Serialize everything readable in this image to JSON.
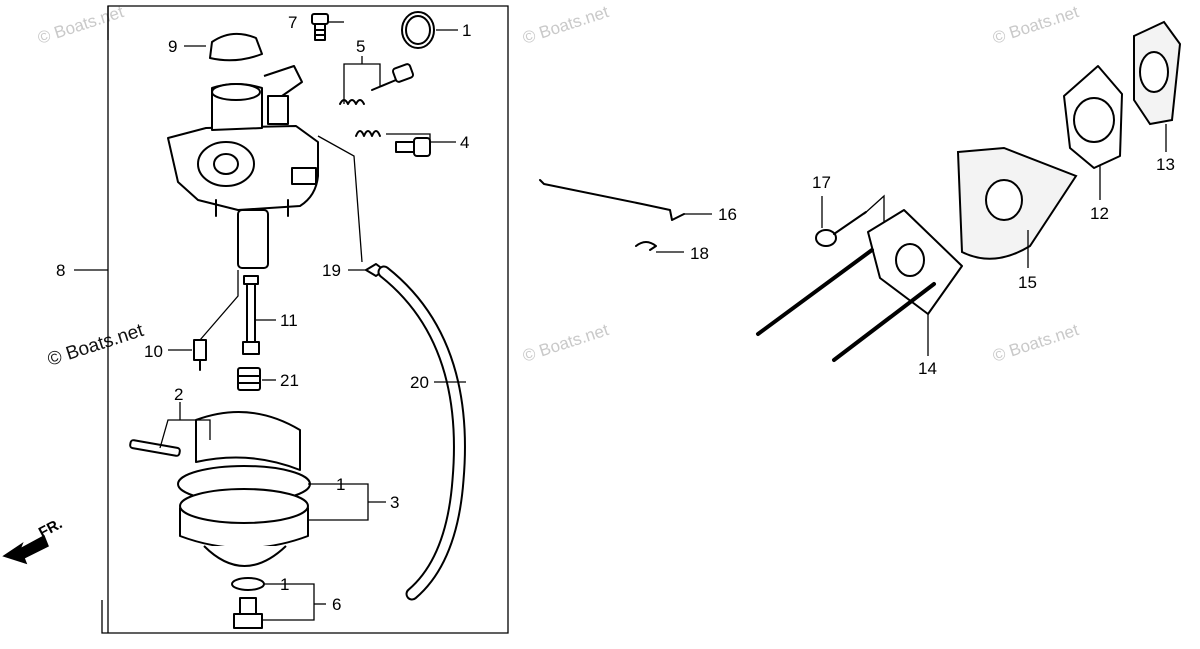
{
  "watermarks": [
    "© Boats.net",
    "© Boats.net",
    "© Boats.net",
    "© Boats.net",
    "© Boats.net",
    "© Boats.net"
  ],
  "watermark_primary": "© Boats.net",
  "front_marker": "FR.",
  "colors": {
    "line": "#000000",
    "background": "#ffffff",
    "watermark": "#c9c9c9"
  },
  "callouts": [
    {
      "id": "c1a",
      "label": "1"
    },
    {
      "id": "c1b",
      "label": "1"
    },
    {
      "id": "c1c",
      "label": "1"
    },
    {
      "id": "c2",
      "label": "2"
    },
    {
      "id": "c3",
      "label": "3"
    },
    {
      "id": "c4",
      "label": "4"
    },
    {
      "id": "c5",
      "label": "5"
    },
    {
      "id": "c6",
      "label": "6"
    },
    {
      "id": "c7",
      "label": "7"
    },
    {
      "id": "c8",
      "label": "8"
    },
    {
      "id": "c9",
      "label": "9"
    },
    {
      "id": "c10",
      "label": "10"
    },
    {
      "id": "c11",
      "label": "11"
    },
    {
      "id": "c12",
      "label": "12"
    },
    {
      "id": "c13",
      "label": "13"
    },
    {
      "id": "c14",
      "label": "14"
    },
    {
      "id": "c15",
      "label": "15"
    },
    {
      "id": "c16",
      "label": "16"
    },
    {
      "id": "c17",
      "label": "17"
    },
    {
      "id": "c18",
      "label": "18"
    },
    {
      "id": "c19",
      "label": "19"
    },
    {
      "id": "c20",
      "label": "20"
    },
    {
      "id": "c21",
      "label": "21"
    }
  ]
}
